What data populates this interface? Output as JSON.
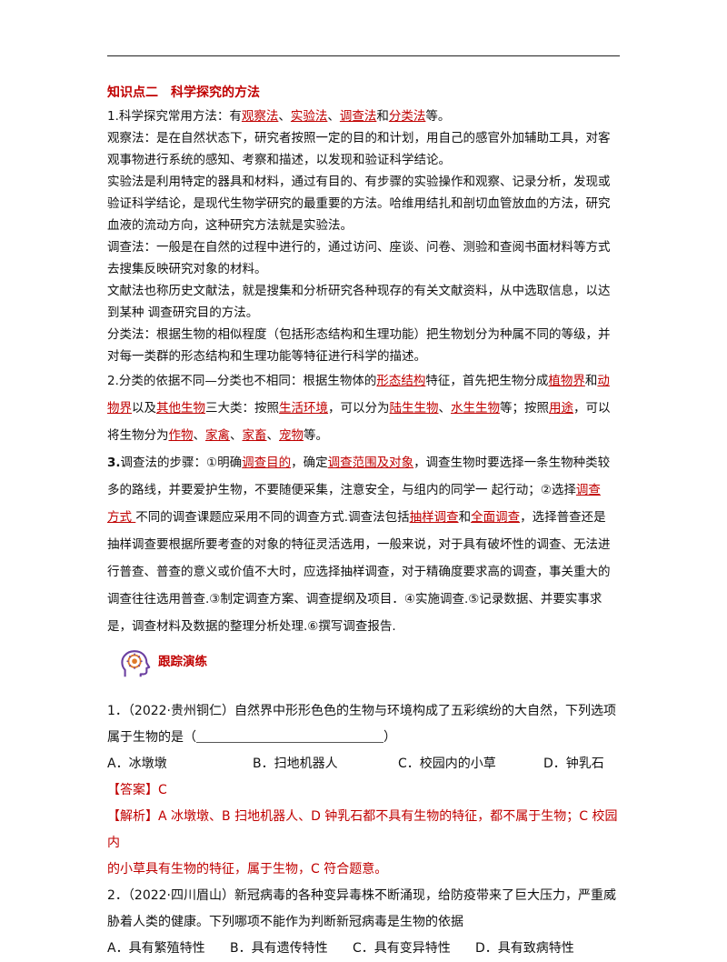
{
  "header": {
    "title": "知识点二　科学探究的方法"
  },
  "methods": {
    "intro_prefix": "1.科学探究常用方法：有",
    "m1": "观察法",
    "sep1": "、",
    "m2": "实验法",
    "sep2": "、",
    "m3": "调查法",
    "and": "和",
    "m4": "分类法",
    "intro_suffix": "等。",
    "obs_1": "观察法：是在自然状态下，研究者按照一定的目的和计划，用自己的感官外加辅助工具，对客",
    "obs_2": "观事物进行系统的感知、考察和描述，以发现和验证科学结论。",
    "exp_1": "实验法是利用特定的器具和材料，通过有目的、有步骤的实验操作和观察、记录分析，发现或",
    "exp_2": "验证科学结论，是现代生物学研究的最重要的方法。哈维用结扎和剖切血管放血的方法，研究",
    "exp_3": "血液的流动方向，这种研究方法就是实验法。",
    "inv_1": "调查法：一般是在自然的过程中进行的，通过访问、座谈、问卷、测验和查阅书面材料等方式",
    "inv_2": "去搜集反映研究对象的材料。",
    "doc_1": "文献法也称历史文献法，就是搜集和分析研究各种现存的有关文献资料，从中选取信息，以达",
    "doc_2": "到某种  调查研究目的方法。",
    "cls_1": "分类法：根据生物的相似程度（包括形态结构和生理功能）把生物划分为种属不同的等级，并",
    "cls_2": "对每一类群的形态结构和生理功能等特征进行科学的描述。"
  },
  "classify": {
    "l1_a": "2.分类的依据不同—分类也不相同：根据生物体的",
    "l1_b": "形态结构",
    "l1_c": "特征，首先把生物分成",
    "l1_d": "植物界",
    "l1_e": "和",
    "l1_f": "动",
    "l2_a": "物界",
    "l2_b": "以及",
    "l2_c": "其他生物",
    "l2_d": "三大类：按照",
    "l2_e": "生活环境",
    "l2_f": "，可以分为",
    "l2_g": "陆生生物",
    "l2_h": "、",
    "l2_i": "水生生物",
    "l2_j": "等；按照",
    "l2_k": "用途",
    "l2_l": "，可以",
    "l3_a": "将生物分为",
    "l3_b": "作物",
    "l3_c": "、",
    "l3_d": "家禽",
    "l3_e": "、",
    "l3_f": "家畜",
    "l3_g": "、",
    "l3_h": "宠物",
    "l3_i": "等。"
  },
  "steps": {
    "l1_a": "3.",
    "l1_b": "调查法的步骤：①明确",
    "l1_c": "调查目的",
    "l1_d": "，确定",
    "l1_e": "调查范围及对象",
    "l1_f": "，调查生物时要选择一条生物种类较",
    "l2": "多的路线，并要爱护生物，不要随便采集，注意安全，与组内的同学一  起行动；②选择",
    "l2_red": "调查",
    "l3_red": "方式 ",
    "l3_a": "不同的调查课题应采用不同的调查方式.调查法包括",
    "l3_b": "抽样调查",
    "l3_c": "和",
    "l3_d": "全面调查",
    "l3_e": "，选择普查还是",
    "l4": "抽样调查要根据所要考查的对象的特征灵活选用，一般来说，对于具有破坏性的调查、无法进",
    "l5": "行普查、普查的意义或价值不大时，应选择抽样调查，对于精确度要求高的调查，事关重大的",
    "l6": "调查往往选用普查.③制定调查方案、调查提纲及项目．④实施调查.⑤记录数据、并要实事求",
    "l7": "是，调查材料及数据的整理分析处理.⑥撰写调查报告."
  },
  "tracking": {
    "label": "跟踪演练",
    "icon": "brain-head-icon"
  },
  "q1": {
    "l1": "1．（2022·贵州铜仁）自然界中形形色色的生物与环境构成了五彩缤纷的大自然，下列选项",
    "l2": "属于生物的是（",
    "close": "）",
    "opt_a": "A．冰墩墩",
    "opt_b": "B．扫地机器人",
    "opt_c": "C．校园内的小草",
    "opt_d": "D．钟乳石",
    "answer": "【答案】C",
    "analysis_1": "【解析】A 冰墩墩、B 扫地机器人、D 钟乳石都不具有生物的特征，都不属于生物；C 校园内",
    "analysis_2": "的小草具有生物的特征，属于生物，C 符合题意。"
  },
  "q2": {
    "l1": "2．（2022·四川眉山）新冠病毒的各种变异毒株不断涌现，给防疫带来了巨大压力，严重威",
    "l2": "胁着人类的健康。下列哪项不能作为判断新冠病毒是生物的依据",
    "opt_a": "A．具有繁殖特性",
    "opt_b": "B．具有遗传特性",
    "opt_c": "C．具有变异特性",
    "opt_d": "D．具有致病特性"
  }
}
